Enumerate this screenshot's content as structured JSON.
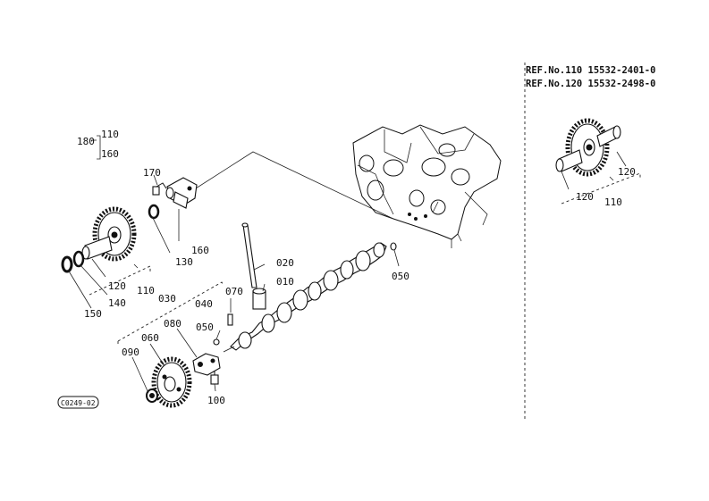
{
  "ref_notes": [
    "REF.No.110 15532-2401-0",
    "REF.No.120 15532-2498-0"
  ],
  "figure_code": "C0249-02",
  "callouts": {
    "c180": "180",
    "c110_bracket": "110",
    "c160_bracket": "160",
    "c170": "170",
    "c130": "130",
    "c160": "160",
    "c120": "120",
    "c110": "110",
    "c140": "140",
    "c150": "150",
    "c020": "020",
    "c010": "010",
    "c070": "070",
    "c030": "030",
    "c040": "040",
    "c080": "080",
    "c050_small": "050",
    "c050": "050",
    "c060": "060",
    "c090": "090",
    "c100": "100",
    "r120a": "120",
    "r120b": "120",
    "r110": "110"
  }
}
